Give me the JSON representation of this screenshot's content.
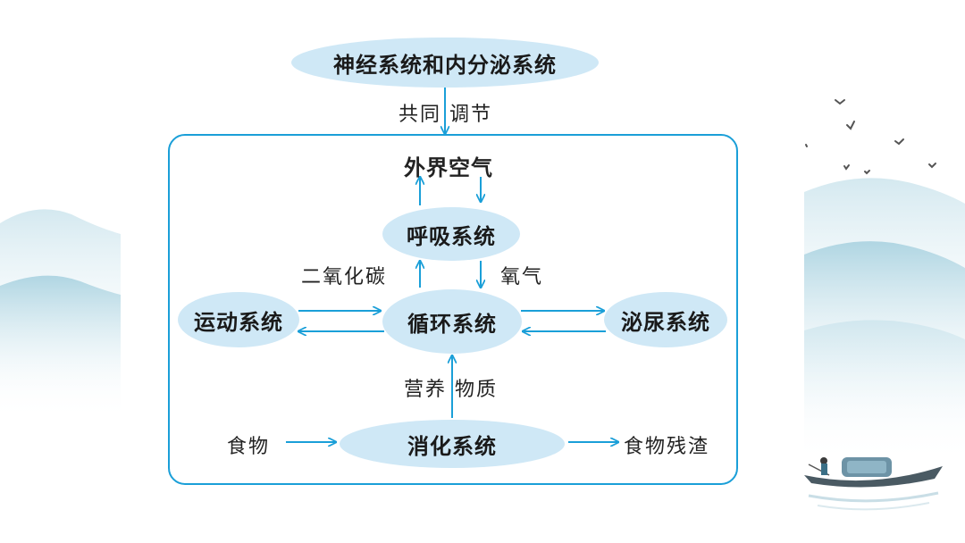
{
  "nodes": {
    "top": "神经系统和内分泌系统",
    "respiratory": "呼吸系统",
    "circulatory": "循环系统",
    "motor": "运动系统",
    "urinary": "泌尿系统",
    "digestive": "消化系统"
  },
  "labels": {
    "regulate": "共同 调节",
    "outside_air": "外界空气",
    "co2": "二氧化碳",
    "oxygen": "氧气",
    "nutrients": "营养 物质",
    "food": "食物",
    "residue": "食物残渣"
  },
  "colors": {
    "node_fill": "#cfe8f6",
    "line": "#1a9fd8",
    "mountain": "#b9dbe6"
  }
}
